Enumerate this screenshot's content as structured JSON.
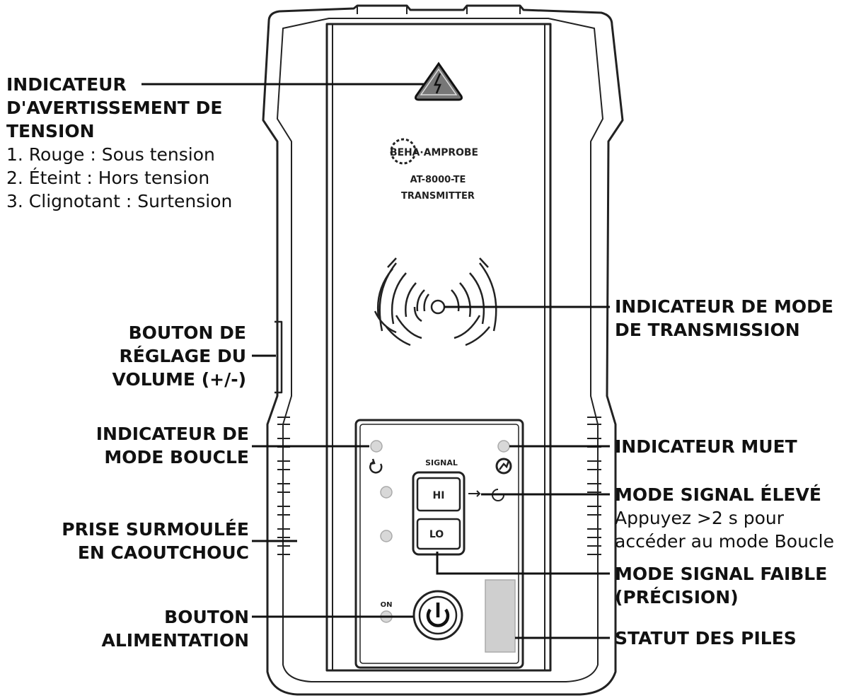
{
  "device": {
    "brand": "BEHA·AMPROBE",
    "model": "AT-8000-TE",
    "type": "TRANSMITTER",
    "panel_signal_label": "SIGNAL",
    "button_hi": "HI",
    "button_lo": "LO",
    "on_label": "ON"
  },
  "callouts": {
    "voltage_warning": {
      "title_lines": [
        "INDICATEUR",
        "D'AVERTISSEMENT DE",
        "TENSION"
      ],
      "items": [
        "1. Rouge : Sous tension",
        "2. Éteint : Hors tension",
        "3. Clignotant : Surtension"
      ]
    },
    "volume_button": [
      "BOUTON DE",
      "RÉGLAGE DU",
      "VOLUME (+/-)"
    ],
    "loop_mode_indicator": [
      "INDICATEUR DE",
      "MODE BOUCLE"
    ],
    "rubber_jack": [
      "PRISE SURMOULÉE",
      "EN CAOUTCHOUC"
    ],
    "power_button": [
      "BOUTON",
      "ALIMENTATION"
    ],
    "transmission_mode_indicator": [
      "INDICATEUR DE MODE",
      "DE TRANSMISSION"
    ],
    "mute_indicator": [
      "INDICATEUR MUET"
    ],
    "high_signal_mode": {
      "title": "MODE SIGNAL ÉLEVÉ",
      "notes": [
        "Appuyez >2 s pour",
        "accéder au mode Boucle"
      ]
    },
    "low_signal_mode": [
      "MODE SIGNAL FAIBLE",
      "(PRÉCISION)"
    ],
    "battery_status": [
      "STATUT DES PILES"
    ]
  }
}
